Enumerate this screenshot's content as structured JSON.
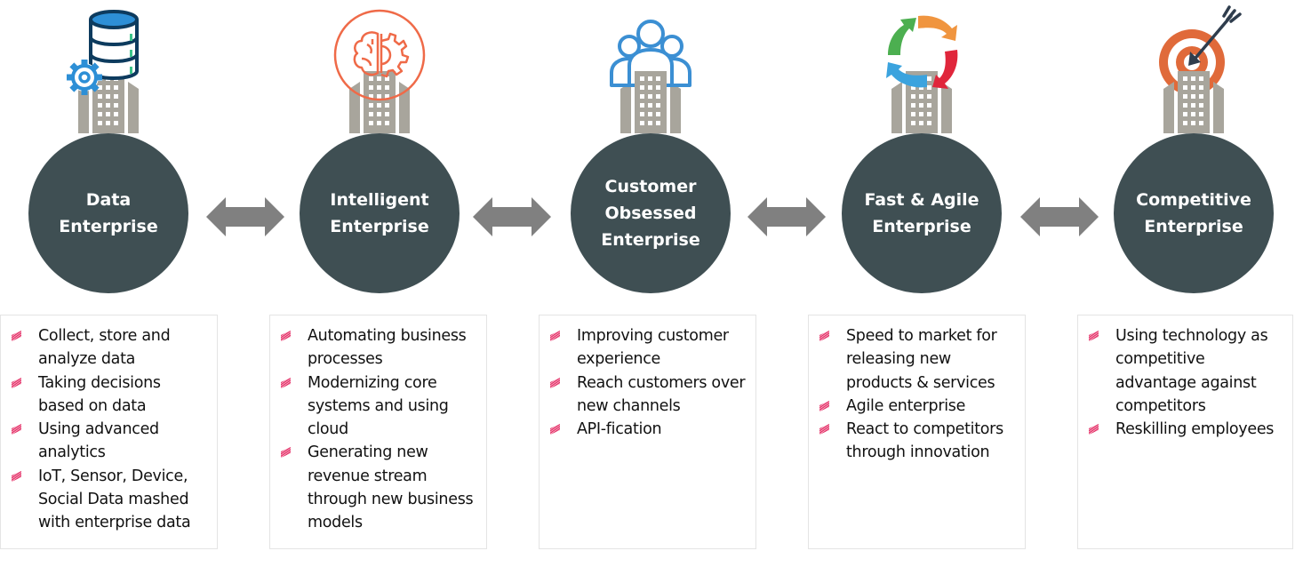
{
  "stages": [
    {
      "id": "data",
      "title": "Data\nEnterprise",
      "icon": "database-gear-building-icon",
      "points": [
        "Collect, store and analyze data",
        "Taking decisions based on data",
        "Using advanced analytics",
        "IoT, Sensor, Device, Social Data mashed with enterprise data"
      ]
    },
    {
      "id": "intelligent",
      "title": "Intelligent\nEnterprise",
      "icon": "brain-gear-building-icon",
      "points": [
        "Automating business processes",
        "Modernizing core systems and using cloud",
        "Generating new revenue stream through new business models"
      ]
    },
    {
      "id": "customer",
      "title": "Customer\nObsessed\nEnterprise",
      "icon": "people-group-building-icon",
      "points": [
        "Improving customer experience",
        "Reach customers over new channels",
        "API-fication"
      ]
    },
    {
      "id": "agile",
      "title": "Fast & Agile\nEnterprise",
      "icon": "cycle-arrows-building-icon",
      "points": [
        "Speed to market for releasing new products & services",
        "Agile enterprise",
        "React to competitors through innovation"
      ]
    },
    {
      "id": "competitive",
      "title": "Competitive\nEnterprise",
      "icon": "target-arrow-building-icon",
      "points": [
        "Using technology as competitive advantage against competitors",
        "Reskilling employees"
      ]
    }
  ],
  "connectors": [
    "double-arrow-icon",
    "double-arrow-icon",
    "double-arrow-icon",
    "double-arrow-icon"
  ],
  "colors": {
    "circle": "#3f4f53",
    "connector": "#808080",
    "bullet": "#e0245e",
    "building": "#a8a59c",
    "db_blue": "#2d8fd6",
    "db_dark": "#0d3b5e",
    "brain_orange": "#ef6a48",
    "people_blue": "#3b8fd3",
    "cycle_green": "#4caf50",
    "cycle_orange": "#f0953f",
    "cycle_red": "#e0263b",
    "cycle_blue": "#3ba3de",
    "target_orange": "#e06a3a",
    "arrow_dark": "#2f3d4d"
  }
}
